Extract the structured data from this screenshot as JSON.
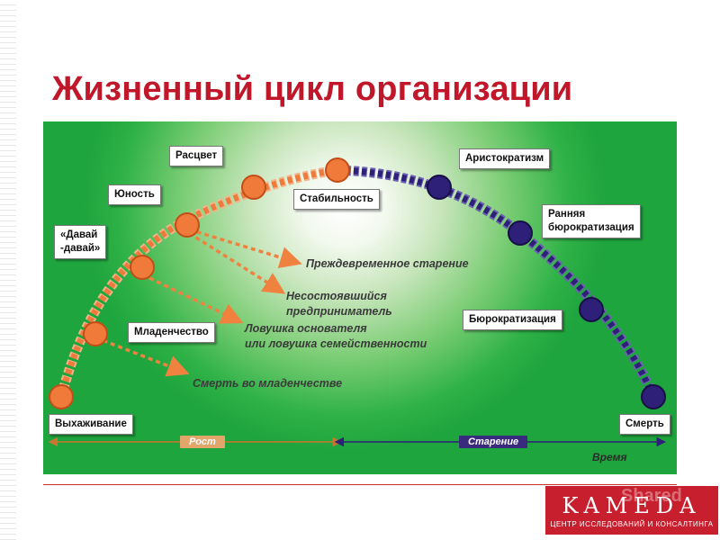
{
  "slide": {
    "title": "Жизненный цикл организации"
  },
  "diagram": {
    "stages_growth": [
      {
        "id": "vyzhivanie",
        "label": "Выхаживание"
      },
      {
        "id": "mladenchestvo",
        "label": "Младенчество"
      },
      {
        "id": "davai",
        "label": "«Давай\n-давай»"
      },
      {
        "id": "yunost",
        "label": "Юность"
      },
      {
        "id": "rascvet",
        "label": "Расцвет"
      },
      {
        "id": "stabilnost",
        "label": "Стабильность"
      }
    ],
    "stages_aging": [
      {
        "id": "aristokratizm",
        "label": "Аристократизм"
      },
      {
        "id": "rannyaya",
        "label": "Ранняя\nбюрократизация"
      },
      {
        "id": "byurokratizaciya",
        "label": "Бюрократизация"
      },
      {
        "id": "smert",
        "label": "Смерть"
      }
    ],
    "traps": [
      {
        "id": "prezhdevremennoe",
        "text": "Преждевременное старение"
      },
      {
        "id": "nesostoyavshiysya",
        "text": "Несостоявшийся\nпредприниматель"
      },
      {
        "id": "lovushka",
        "text": "Ловушка основателя\nили ловушка семейственности"
      },
      {
        "id": "smert_mlad",
        "text": "Смерть во младенчестве"
      }
    ],
    "axis": {
      "growth_label": "Рост",
      "aging_label": "Старение",
      "time_label": "Время"
    },
    "colors": {
      "growth": "#f07a3a",
      "aging": "#2e1f78",
      "title": "#c0182a"
    }
  },
  "logo": {
    "brand": "KAMEDA",
    "subtitle": "ЦЕНТР ИССЛЕДОВАНИЙ И КОНСАЛТИНГА",
    "watermark": "Shared"
  }
}
